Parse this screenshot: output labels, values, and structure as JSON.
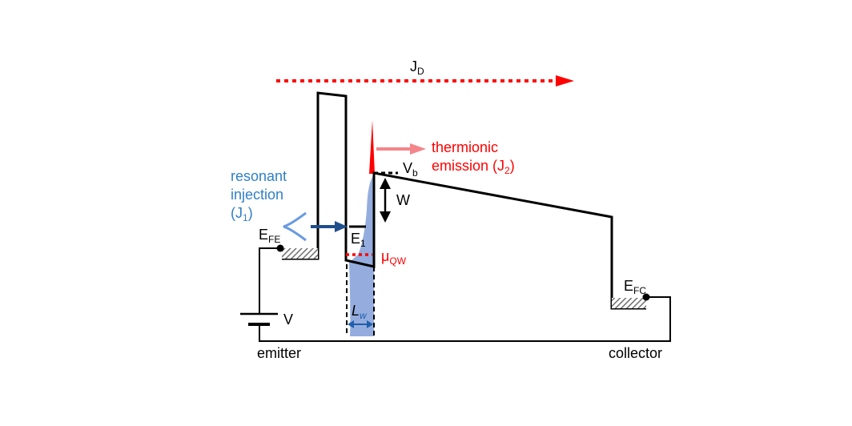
{
  "colors": {
    "line": "#000000",
    "red": "#ff0000",
    "pink_arrow": "#f4858a",
    "blue_label": "#2f7fc8",
    "dark_blue_arrow": "#1f4e8c",
    "wavefunction_fill": "#8fa9dc",
    "hatch": "#777777"
  },
  "labels": {
    "jd_main": "J",
    "jd_sub": "D",
    "thermionic_line1": "thermionic",
    "thermionic_line2_pre": "emission (J",
    "thermionic_line2_sub": "2",
    "thermionic_line2_post": ")",
    "resonant_line1": "resonant",
    "resonant_line2": "injection",
    "resonant_line3_pre": "(J",
    "resonant_line3_sub": "1",
    "resonant_line3_post": ")",
    "vb_main": "V",
    "vb_sub": "b",
    "w": "W",
    "efe_main": "E",
    "efe_sub": "FE",
    "e1_main": "E",
    "e1_sub": "1",
    "mu_main": "μ",
    "mu_sub": "QW",
    "lw_main": "L",
    "lw_sub": "w",
    "efc_main": "E",
    "efc_sub": "FC",
    "v": "V",
    "emitter": "emitter",
    "collector": "collector"
  }
}
